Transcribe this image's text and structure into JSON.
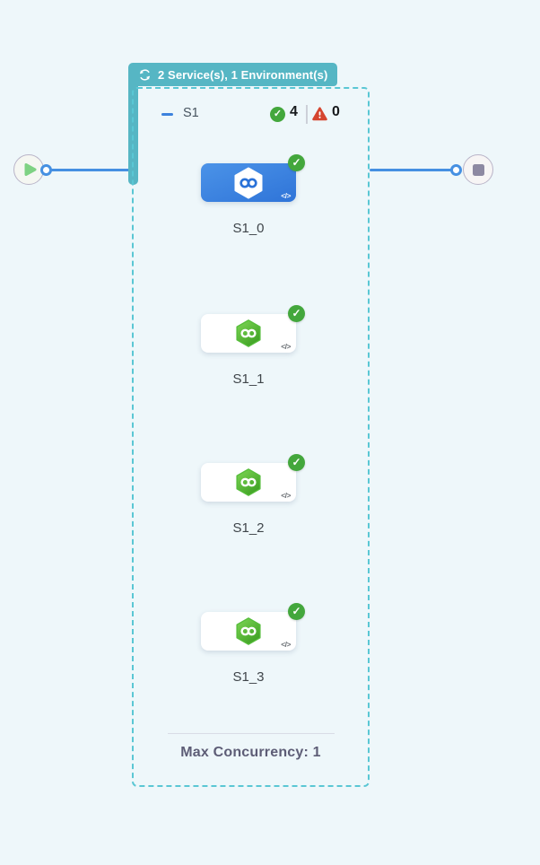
{
  "header_badge": {
    "icon": "cycle-icon",
    "label": "2 Service(s), 1 Environment(s)"
  },
  "stage": {
    "name": "S1",
    "success_count": "4",
    "error_count": "0",
    "max_concurrency_label": "Max Concurrency: 1"
  },
  "nodes": [
    {
      "label": "S1_0",
      "selected": true,
      "status": "success",
      "type": "service-deployment"
    },
    {
      "label": "S1_1",
      "selected": false,
      "status": "success",
      "type": "service-deployment"
    },
    {
      "label": "S1_2",
      "selected": false,
      "status": "success",
      "type": "service-deployment"
    },
    {
      "label": "S1_3",
      "selected": false,
      "status": "success",
      "type": "service-deployment"
    }
  ],
  "icons": {
    "check": "✓",
    "code": "</>"
  },
  "colors": {
    "background": "#eef7fa",
    "badge_teal": "#56b6c4",
    "dashed_border": "#5ac7d4",
    "accent_blue": "#4590e2",
    "selected_card_blue": "#3a82e0",
    "success_green": "#43a73c",
    "node_hex_green": "#5cc13d",
    "error_red": "#d5452f"
  }
}
